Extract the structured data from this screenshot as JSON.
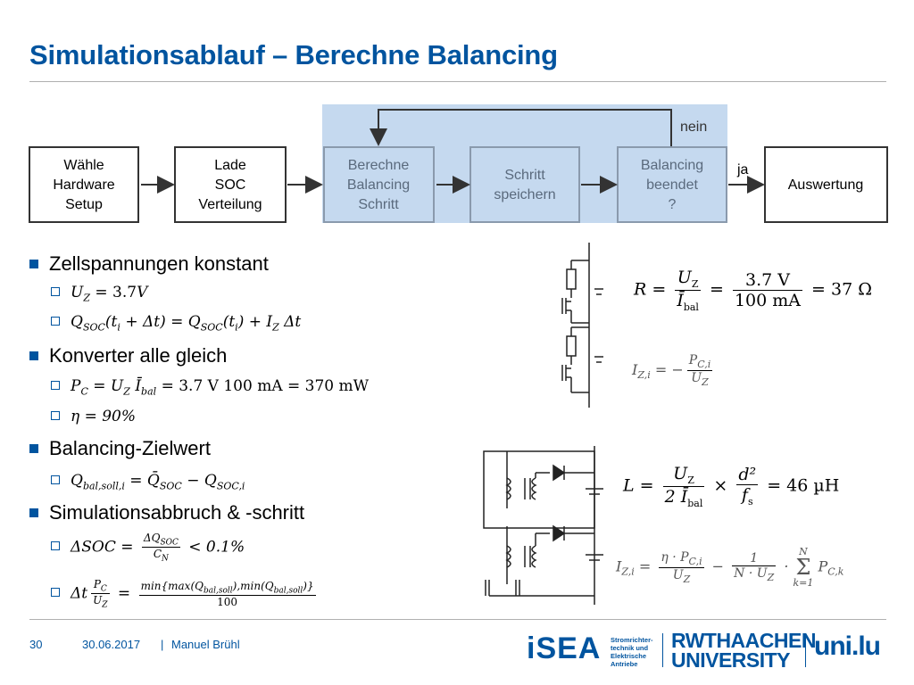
{
  "title": "Simulationsablauf – Berechne Balancing",
  "flow": {
    "boxes": [
      {
        "lines": [
          "Wähle",
          "Hardware",
          "Setup"
        ]
      },
      {
        "lines": [
          "Lade",
          "SOC",
          "Verteilung"
        ]
      },
      {
        "lines": [
          "Berechne",
          "Balancing",
          "Schritt"
        ]
      },
      {
        "lines": [
          "Schritt",
          "speichern"
        ]
      },
      {
        "lines": [
          "Balancing",
          "beendet",
          "?"
        ]
      },
      {
        "lines": [
          "Auswertung"
        ]
      }
    ],
    "label_nein": "nein",
    "label_ja": "ja"
  },
  "bullets": [
    {
      "text": "Zellspannungen konstant"
    },
    {
      "text": "Konverter alle gleich"
    },
    {
      "text": "Balancing-Zielwert"
    },
    {
      "text": "Simulationsabbruch & -schritt"
    }
  ],
  "formulas": {
    "uz": {
      "lhs": "U",
      "sub": "Z",
      "rhs": " = 3.7",
      "unit": "V"
    },
    "qsoc": {
      "p1": "Q",
      "s1": "SOC",
      "p2": "(t",
      "s2": "i",
      "p3": " + Δt) = Q",
      "s3": "SOC",
      "p4": "(t",
      "s4": "i",
      "p5": ") + I",
      "s5": "Z",
      "p6": " Δt"
    },
    "pc": {
      "p1": "P",
      "s1": "C",
      "p2": " = U",
      "s2": "Z",
      "p3": " Ī",
      "s3": "bal",
      "p4": " = 3.7 V 100 mA = 370 mW"
    },
    "eta": {
      "text": "η = 90%"
    },
    "qbal": {
      "p1": "Q",
      "s1": "bal,soll,i",
      "p2": " = Q̄",
      "s2": "SOC",
      "p3": " − Q",
      "s3": "SOC,i"
    },
    "dsoc": {
      "p1": "ΔSOC = ",
      "num": "ΔQ",
      "num_sub": "SOC",
      "den": "C",
      "den_sub": "N",
      "p2": " < 0.1%"
    },
    "dt": {
      "p1": "Δt",
      "num": "P",
      "num_sub": "C",
      "den": "U",
      "den_sub": "Z",
      "p2": " = ",
      "num2": "min{max(Q",
      "num2_sub": "bal,soll",
      "num2_b": "),min(Q",
      "num2_sub2": "bal,soll",
      "num2_c": ")}",
      "den2": "100"
    },
    "r": {
      "p1": "R = ",
      "n1": "U",
      "n1s": "Z",
      "d1": "Ī",
      "d1s": "bal",
      "p2": " = ",
      "n2": "3.7 V",
      "d2": "100 mA",
      "p3": " = 37 Ω"
    },
    "iz1": {
      "p1": "I",
      "s1": "Z,i",
      "p2": " = −",
      "num": "P",
      "num_s": "C,i",
      "den": "U",
      "den_s": "Z"
    },
    "l": {
      "p1": "L = ",
      "n1": "U",
      "n1s": "Z",
      "d1": "2 Ī",
      "d1s": "bal",
      "p2": " × ",
      "n2": "d²",
      "d2": "f",
      "d2s": "s",
      "p3": " = 46 µH"
    },
    "iz2": {
      "p1": "I",
      "s1": "Z,i",
      "p2": " = ",
      "n1": "η · P",
      "n1s": "C,i",
      "d1": "U",
      "d1s": "Z",
      "p3": " − ",
      "n2": "1",
      "d2": "N · U",
      "d2s": "Z",
      "p4": " · ",
      "sum": "Σ",
      "sum_top": "N",
      "sum_bot": "k=1",
      "p5": " P",
      "s5": "C,k"
    }
  },
  "footer": {
    "page": "30",
    "date": "30.06.2017",
    "sep": "|",
    "author": "Manuel Brühl"
  },
  "logos": {
    "isea": "iSEA",
    "isea_sub": [
      "Stromrichter-",
      "technik und",
      "Elektrische",
      "Antriebe"
    ],
    "rwth_top": "RWTHAACHEN",
    "rwth_bottom": "UNIVERSITY",
    "uni": "uni.lu"
  },
  "colors": {
    "accent": "#00549f",
    "highlight": "#c5d9ef"
  }
}
